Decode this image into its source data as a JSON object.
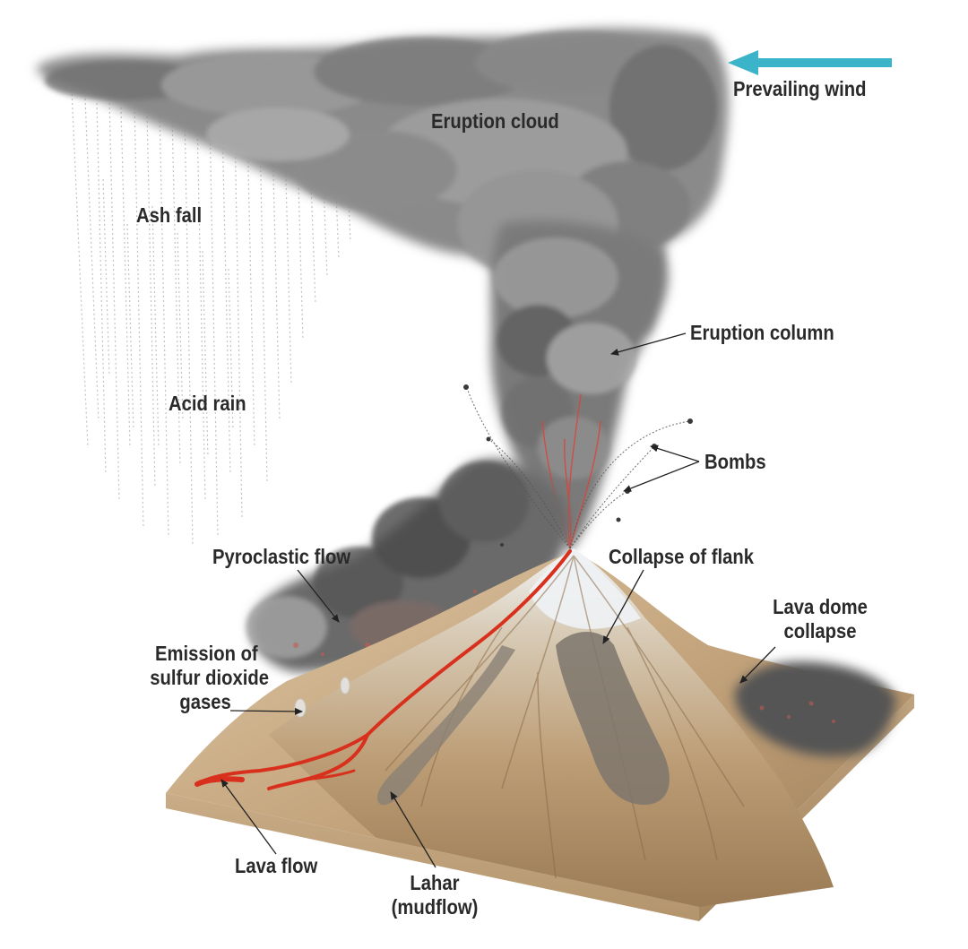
{
  "labels": {
    "prevailing_wind": "Prevailing wind",
    "eruption_cloud": "Eruption cloud",
    "ash_fall": "Ash fall",
    "acid_rain": "Acid rain",
    "eruption_column": "Eruption column",
    "bombs": "Bombs",
    "pyroclastic_flow": "Pyroclastic flow",
    "collapse_of_flank": "Collapse of flank",
    "lava_dome_collapse": [
      "Lava dome",
      "collapse"
    ],
    "emission": [
      "Emission of",
      "sulfur dioxide",
      "gases"
    ],
    "lava_flow": "Lava flow",
    "lahar": [
      "Lahar",
      "(mudflow)"
    ]
  },
  "colors": {
    "wind_arrow": "#3bb3c9",
    "lava": "#d8301c",
    "ground_light": "#d8c3a3",
    "ground_dark": "#a88962",
    "ash_dark": "#4a4a4a",
    "ash_light": "#a9a9a9",
    "snow": "#eef2f5"
  }
}
